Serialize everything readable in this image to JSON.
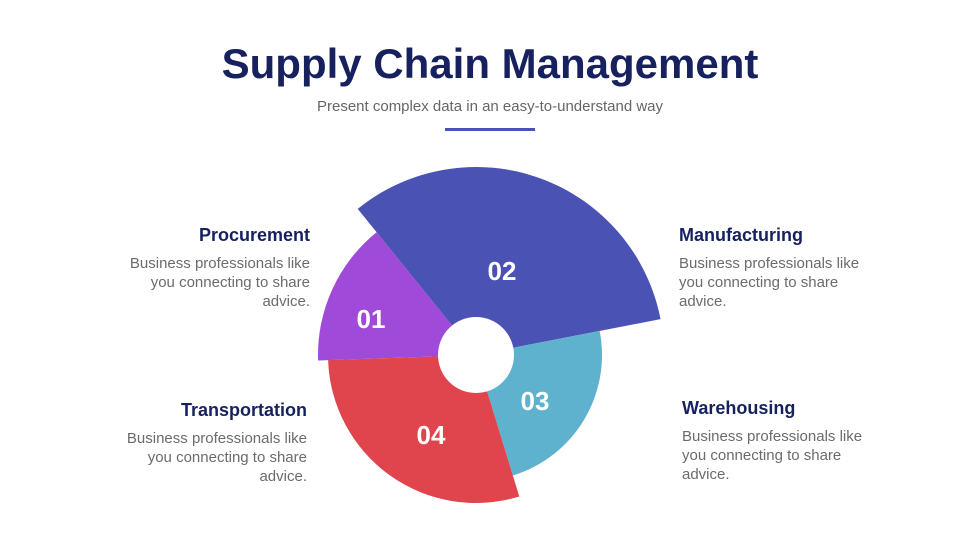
{
  "title": "Supply Chain Management",
  "subtitle": "Present complex data in an easy-to-understand way",
  "colors": {
    "title": "#16215e",
    "procurement": "#a04ad9",
    "manufacturing": "#4a53b3",
    "warehousing": "#5fb2cd",
    "transportation": "#e0444d"
  },
  "items": [
    {
      "number": "01",
      "title": "Procurement",
      "text": "Business professionals like you connecting to share advice."
    },
    {
      "number": "02",
      "title": "Manufacturing",
      "text": "Business professionals like you connecting to share advice."
    },
    {
      "number": "03",
      "title": "Warehousing",
      "text": "Business professionals like you connecting to share advice."
    },
    {
      "number": "04",
      "title": "Transportation",
      "text": "Business professionals like you connecting to share advice."
    }
  ]
}
